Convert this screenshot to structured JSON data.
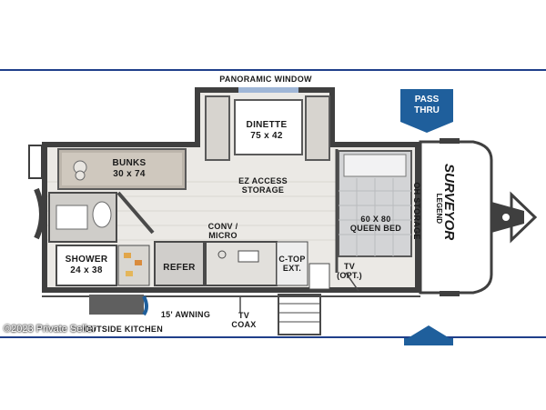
{
  "header": {
    "window_label": "PANORAMIC WINDOW",
    "pass_thru": [
      "PASS",
      "THRU"
    ]
  },
  "rooms": {
    "bunks": {
      "title": "BUNKS",
      "size": "30 x 74"
    },
    "dinette": {
      "title": "DINETTE",
      "size": "75 x 42"
    },
    "storage": {
      "line1": "EZ ACCESS",
      "line2": "STORAGE"
    },
    "bed": {
      "size": "60 X 80",
      "name": "QUEEN BED"
    },
    "oh_storage": "OH STORAGE",
    "conv": {
      "line1": "CONV /",
      "line2": "MICRO"
    },
    "shower": {
      "title": "SHOWER",
      "size": "24 x 38"
    },
    "refer": "REFER",
    "ctop": {
      "line1": "C-TOP",
      "line2": "EXT."
    },
    "tv": {
      "line1": "TV",
      "line2": "(OPT.)"
    }
  },
  "exterior": {
    "outside_kitchen": "OUTSIDE KITCHEN",
    "awning": "15' AWNING",
    "tv_coax": {
      "line1": "TV",
      "line2": "COAX"
    }
  },
  "brand": {
    "name": "SURVEYOR",
    "sub": "LEGEND"
  },
  "watermark": "©2023 Private Seller",
  "colors": {
    "accent": "#1f5f9c",
    "floor": "#e8e6e2",
    "wall": "#3f3f3f"
  }
}
